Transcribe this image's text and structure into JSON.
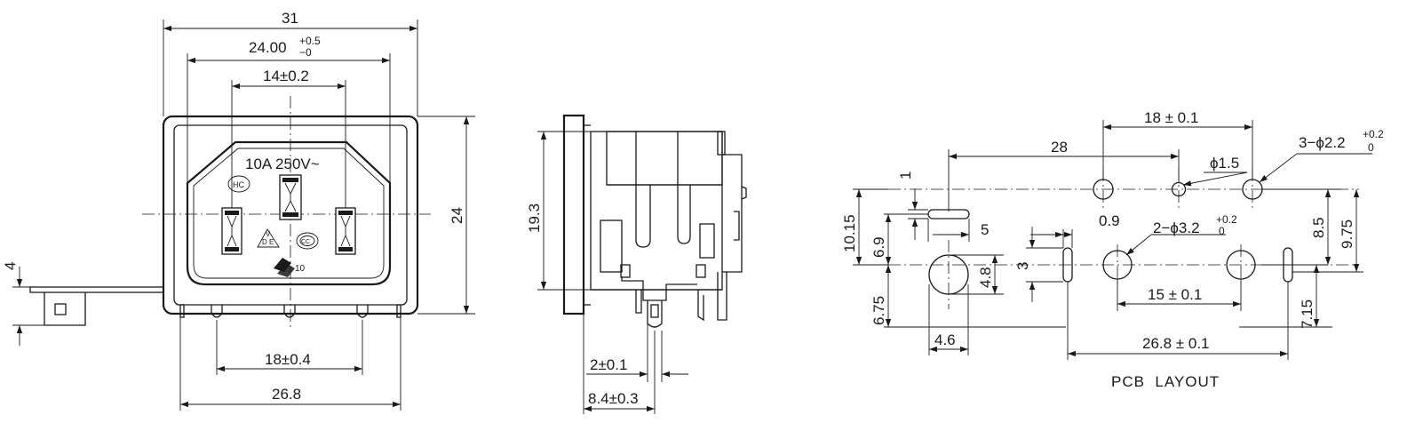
{
  "front_view": {
    "dims": {
      "width_overall": "31",
      "width_inner": "24.00",
      "width_inner_tol_plus": "+0.5",
      "width_inner_tol_minus": "−0",
      "pin_pitch": "14±0.2",
      "height": "24",
      "flange": "4",
      "pin_span": "18±0.4",
      "base_width": "26.8"
    },
    "rating": "10A 250V~",
    "marks": {
      "hc": "HC",
      "vde_v": "V",
      "vde_de": "D E",
      "ccc": "CC",
      "enec": "10"
    }
  },
  "side_view": {
    "dims": {
      "height": "19.3",
      "pin_offset": "2±0.1",
      "depth": "8.4±0.3"
    }
  },
  "pcb_layout": {
    "title": "PCB  LAYOUT",
    "dims": {
      "d28": "28",
      "d18": "18 ± 0.1",
      "phi15": "ϕ1.5",
      "phi22": "3−ϕ2.2",
      "phi22_tol_plus": "+0.2",
      "phi22_tol_minus": "0",
      "d1": "1",
      "d0_9": "0.9",
      "d5": "5",
      "phi32": "2−ϕ3.2",
      "phi32_tol_plus": "+0.2",
      "phi32_tol_minus": "0",
      "d10_15": "10.15",
      "d6_9": "6.9",
      "d6_75": "6.75",
      "d3": "3",
      "d4_8": "4.8",
      "d8_5": "8.5",
      "d9_75": "9.75",
      "d15": "15 ± 0.1",
      "d7_15": "7.15",
      "d4_6": "4.6",
      "d26_8": "26.8 ± 0.1"
    }
  }
}
